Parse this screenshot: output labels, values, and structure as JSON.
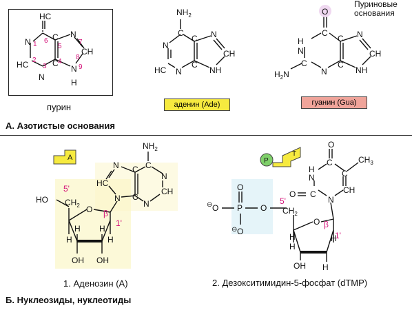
{
  "colors": {
    "ring_number": "#d4147a",
    "prime_label": "#d4147a",
    "adenine_badge": "#f6ea3f",
    "guanine_badge": "#f0a49a",
    "nucleoside_icon": "#f6ea3f",
    "phosphate_circle": "#7fd06a",
    "sugar_tint": "#fbf6c8",
    "phosphate_tint": "#dff1f8"
  },
  "section_a": {
    "group_label": "Пуриновые основания",
    "purine_caption": "пурин",
    "adenine_caption": "аденин (Ade)",
    "guanine_caption": "гуанин (Gua)",
    "title": "А. Азотистые основания"
  },
  "section_b": {
    "icon_a_letter": "A",
    "icon_p_letter": "P",
    "icon_t_letter": "T",
    "adenosine_caption": "1. Аденозин (А)",
    "dtmp_caption": "2. Дезокситимидин-5-фосфат (dTMP)",
    "title": "Б. Нуклеозиды, нуклеотиды"
  },
  "atoms": {
    "n": "N",
    "c": "C",
    "h": "H",
    "o": "O",
    "nh": "NH",
    "hc": "HC",
    "ch": "CH",
    "ch3": "CH",
    "ch3_sub": "3",
    "nh2": "NH",
    "nh2_sub": "2",
    "h2n": "H",
    "h2n_sub": "2",
    "h2n_n": "N",
    "oh": "OH",
    "ho": "HO",
    "ch2": "CH",
    "ch2_sub": "2",
    "p": "P",
    "minus": "⊖"
  },
  "ring_numbers": [
    "1",
    "2",
    "3",
    "4",
    "5",
    "6",
    "7",
    "8",
    "9"
  ],
  "prime_labels": {
    "five_prime": "5'",
    "one_prime": "1'",
    "beta": "β"
  }
}
